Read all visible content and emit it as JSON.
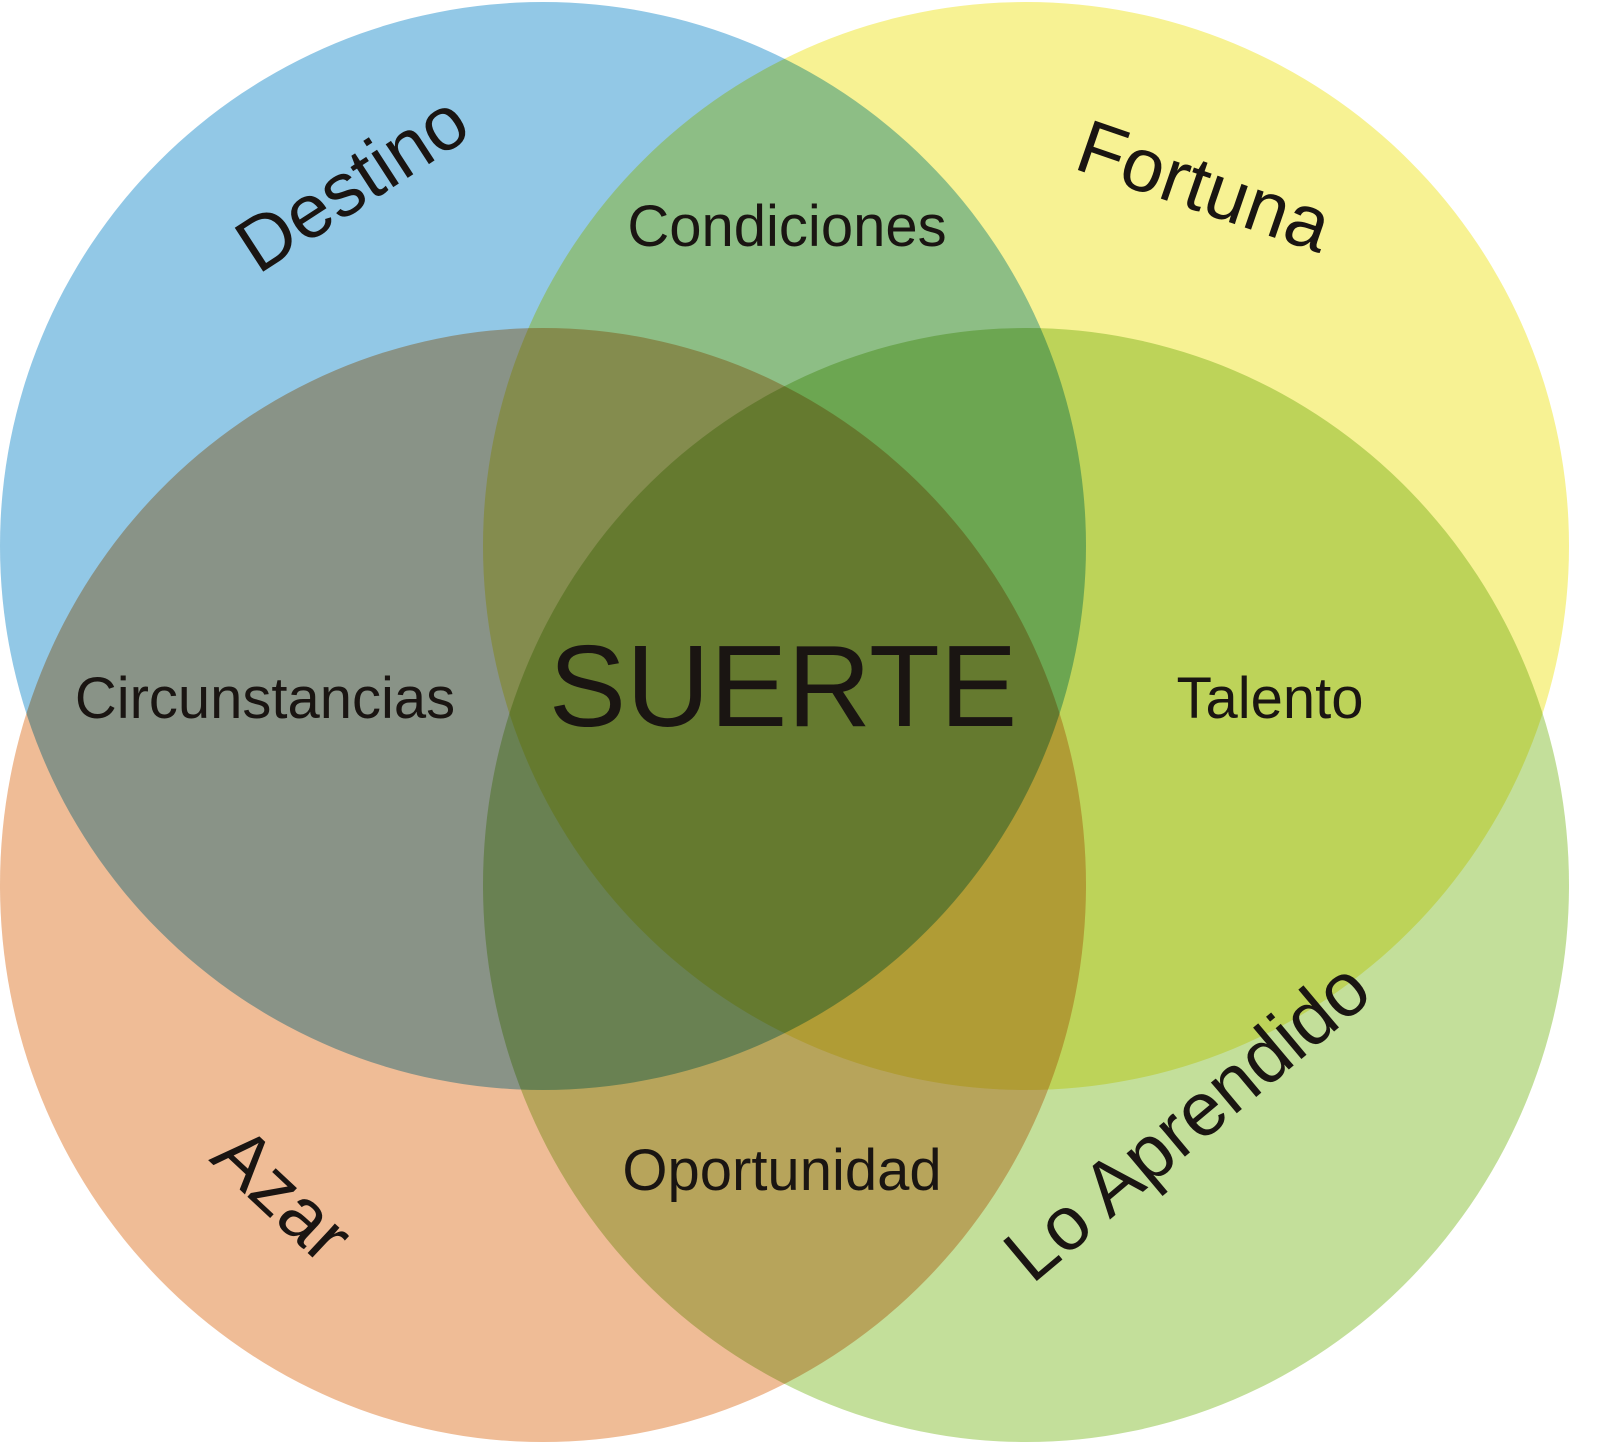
{
  "diagram": {
    "type": "venn-4",
    "center_label": "SUERTE",
    "sets": [
      {
        "id": "destino",
        "label": "Destino",
        "color": "#92c8e6",
        "position": "top-left"
      },
      {
        "id": "fortuna",
        "label": "Fortuna",
        "color": "#f7f293",
        "position": "top-right"
      },
      {
        "id": "azar",
        "label": "Azar",
        "color": "#efbc96",
        "position": "bottom-left"
      },
      {
        "id": "lo-aprendido",
        "label": "Lo Aprendido",
        "color": "#c3df9a",
        "position": "bottom-right"
      }
    ],
    "intersections": [
      {
        "sets": [
          "destino",
          "fortuna"
        ],
        "label": "Condiciones"
      },
      {
        "sets": [
          "destino",
          "azar"
        ],
        "label": "Circunstancias"
      },
      {
        "sets": [
          "fortuna",
          "lo-aprendido"
        ],
        "label": "Talento"
      },
      {
        "sets": [
          "azar",
          "lo-aprendido"
        ],
        "label": "Oportunidad"
      },
      {
        "sets": [
          "destino",
          "fortuna",
          "azar",
          "lo-aprendido"
        ],
        "label": "SUERTE"
      }
    ]
  }
}
